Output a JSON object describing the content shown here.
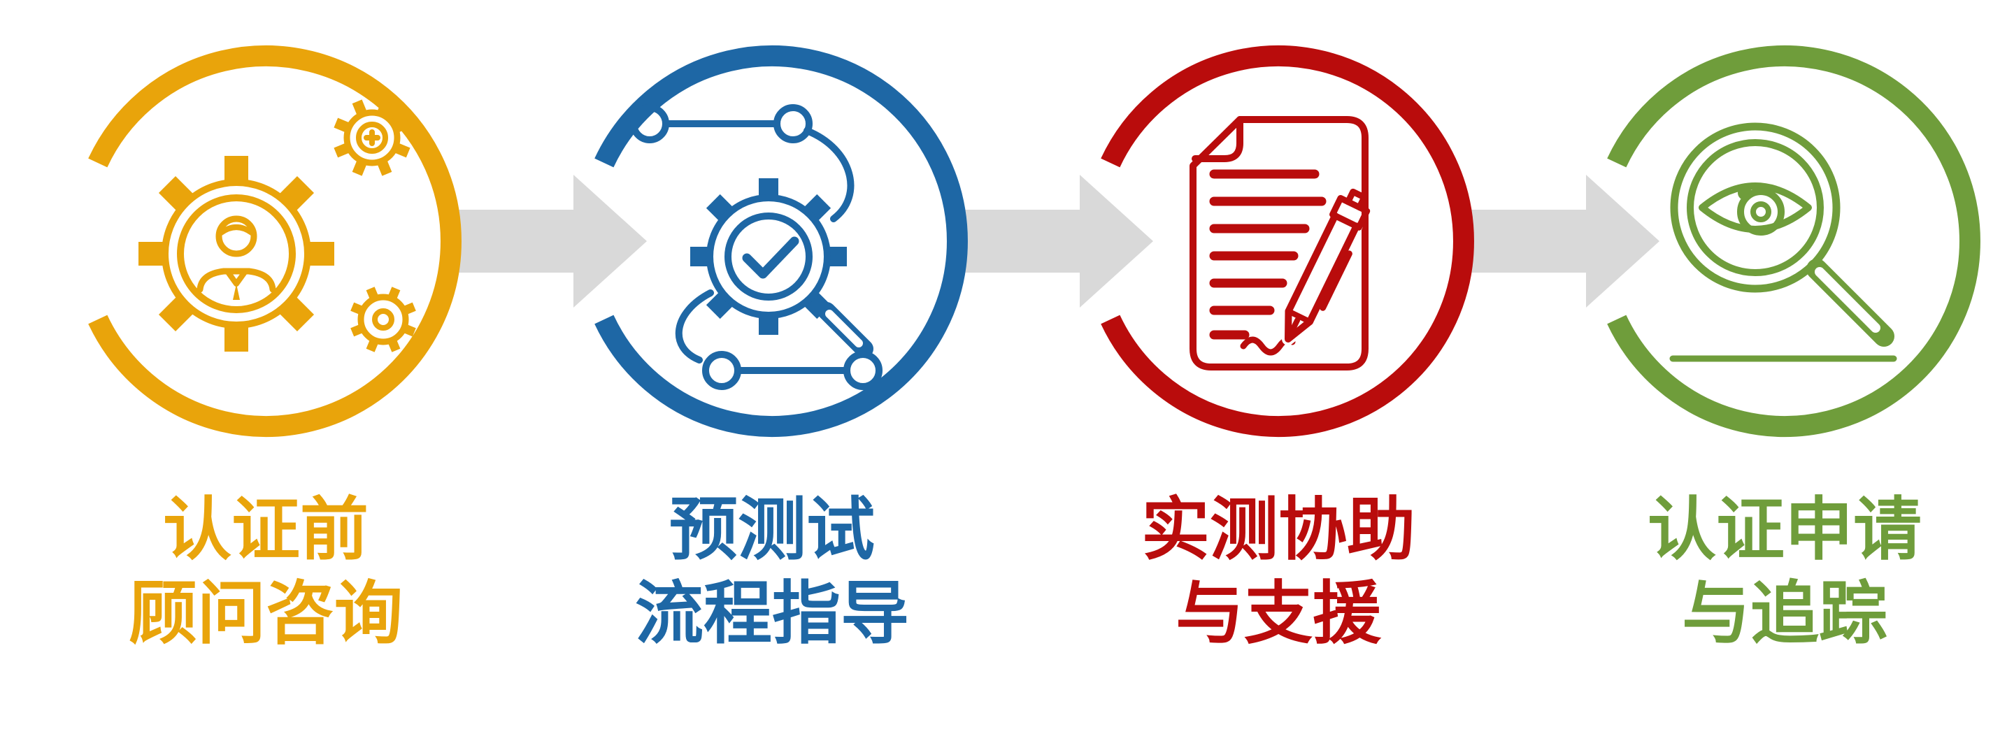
{
  "diagram": {
    "background_color": "#FFFFFF",
    "arrow_color": "#D9D9D9",
    "steps": [
      {
        "step": 1,
        "color": "#E9A40B",
        "icon": "consultant-gears-icon",
        "label_line1": "认证前",
        "label_line2": "顾问咨询"
      },
      {
        "step": 2,
        "color": "#1E67A5",
        "icon": "process-check-search-icon",
        "label_line1": "预测试",
        "label_line2": "流程指导"
      },
      {
        "step": 3,
        "color": "#B90C0C",
        "icon": "document-signing-icon",
        "label_line1": "实测协助",
        "label_line2": "与支援"
      },
      {
        "step": 4,
        "color": "#6F9D3B",
        "icon": "magnifier-eye-icon",
        "label_line1": "认证申请",
        "label_line2": "与追踪"
      }
    ]
  }
}
